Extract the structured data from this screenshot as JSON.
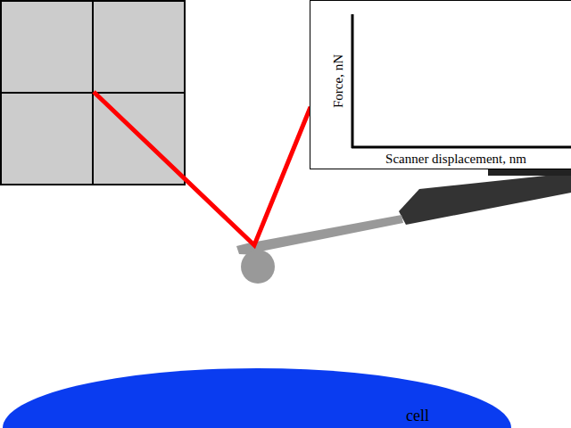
{
  "diagram": {
    "nodes": [
      {
        "text": [
          "Force, nN",
          "Scanner displacement, nm"
        ]
      },
      {
        "text": [
          "cell"
        ]
      }
    ]
  }
}
